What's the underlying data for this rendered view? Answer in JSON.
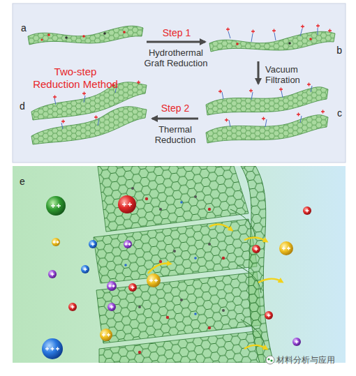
{
  "diagram": {
    "nodes": [
      {
        "text": [
          "a"
        ]
      },
      {
        "text": [
          "b"
        ]
      },
      {
        "text": [
          "c"
        ]
      },
      {
        "text": [
          "d"
        ]
      },
      {
        "text": [
          "e"
        ]
      }
    ],
    "edges": [
      {
        "from": 0,
        "to": 1,
        "arrow": "to"
      },
      {
        "from": 1,
        "to": 2,
        "arrow": "to"
      },
      {
        "from": 2,
        "to": 3,
        "arrow": "to"
      }
    ],
    "labels": [
      "Step 1",
      "Hydrothermal Graft Reduction",
      "Vacuum Filtration",
      "Step 2",
      "Thermal Reduction",
      "Two-step Reduction Method",
      "材料分析与应用"
    ]
  }
}
